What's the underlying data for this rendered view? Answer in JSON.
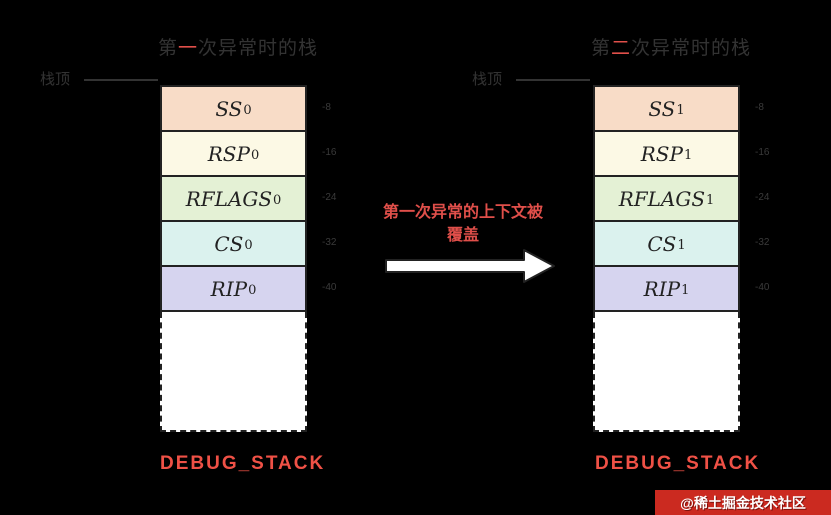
{
  "page": {
    "background": "#000000",
    "accent_red": "#e04f4a"
  },
  "left": {
    "title_prefix": "第",
    "title_red": "一",
    "title_suffix": "次异常时的栈",
    "stack_top_label": "栈顶",
    "rows": [
      {
        "name": "SS",
        "sub": "0",
        "offset": "-8",
        "color": "#f8dcc7"
      },
      {
        "name": "RSP",
        "sub": "0",
        "offset": "-16",
        "color": "#fcf9e5"
      },
      {
        "name": "RFLAGS",
        "sub": "0",
        "offset": "-24",
        "color": "#e4f1d5"
      },
      {
        "name": "CS",
        "sub": "0",
        "offset": "-32",
        "color": "#dbf2ee"
      },
      {
        "name": "RIP",
        "sub": "0",
        "offset": "-40",
        "color": "#d6d4ef"
      }
    ],
    "stack_name": "DEBUG_STACK"
  },
  "right": {
    "title_prefix": "第",
    "title_red": "二",
    "title_suffix": "次异常时的栈",
    "stack_top_label": "栈顶",
    "rows": [
      {
        "name": "SS",
        "sub": "1",
        "offset": "-8",
        "color": "#f8dcc7"
      },
      {
        "name": "RSP",
        "sub": "1",
        "offset": "-16",
        "color": "#fcf9e5"
      },
      {
        "name": "RFLAGS",
        "sub": "1",
        "offset": "-24",
        "color": "#e4f1d5"
      },
      {
        "name": "CS",
        "sub": "1",
        "offset": "-32",
        "color": "#dbf2ee"
      },
      {
        "name": "RIP",
        "sub": "1",
        "offset": "-40",
        "color": "#d6d4ef"
      }
    ],
    "stack_name": "DEBUG_STACK"
  },
  "center": {
    "note_line1": "第一次异常的上下文被",
    "note_line2": "覆盖",
    "note_color": "#e04f4a"
  },
  "watermark": {
    "text": "@稀土掘金技术社区",
    "bar_color": "#cb2a20",
    "text_color": "#ffffff"
  }
}
